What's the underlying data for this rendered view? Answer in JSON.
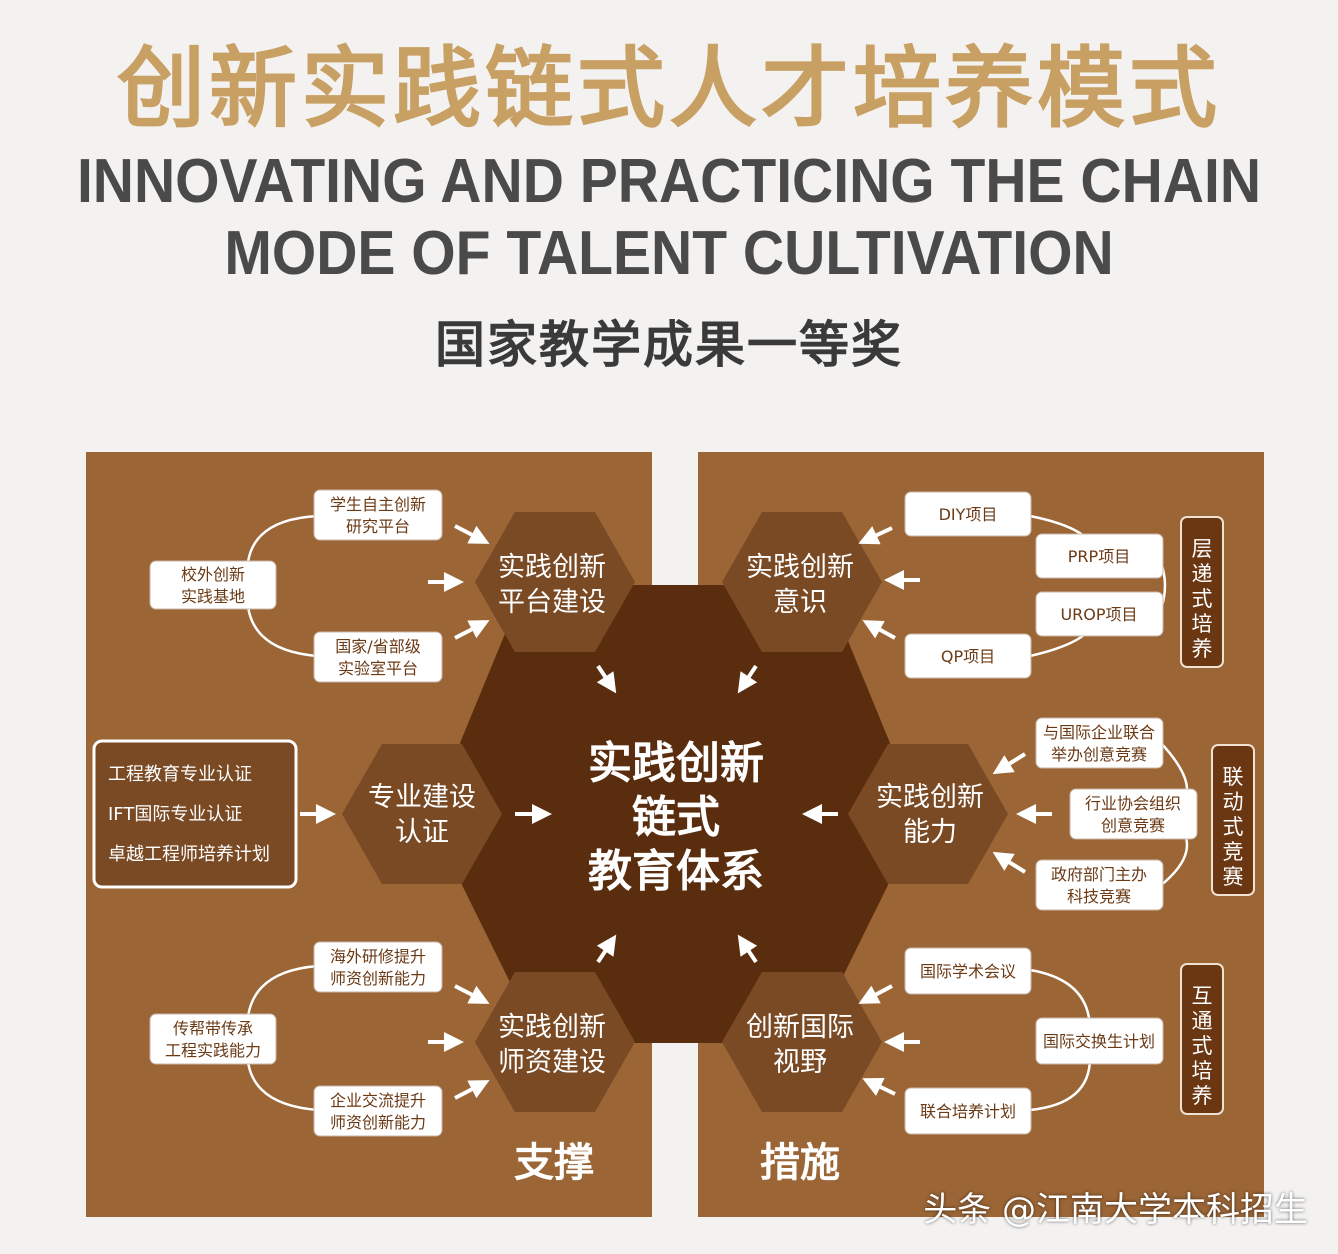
{
  "header": {
    "title_cn": "创新实践链式人才培养模式",
    "title_en_line1": "INNOVATING AND PRACTICING THE CHAIN",
    "title_en_line2": "MODE OF TALENT CULTIVATION",
    "award": "国家教学成果一等奖"
  },
  "colors": {
    "panel": "#9b6536",
    "hex_dark": "#5b2d0f",
    "hex_mid": "#7a4a24",
    "title_gold": "#c9a063",
    "box_fill": "#ffffff",
    "box_text": "#6b3a15"
  },
  "center": {
    "line1": "实践创新",
    "line2": "链式",
    "line3": "教育体系"
  },
  "hexes": {
    "platform": {
      "line1": "实践创新",
      "line2": "平台建设"
    },
    "awareness": {
      "line1": "实践创新",
      "line2": "意识"
    },
    "certification": {
      "line1": "专业建设",
      "line2": "认证"
    },
    "ability": {
      "line1": "实践创新",
      "line2": "能力"
    },
    "faculty": {
      "line1": "实践创新",
      "line2": "师资建设"
    },
    "vision": {
      "line1": "创新国际",
      "line2": "视野"
    }
  },
  "left_panel": {
    "label": "支撑",
    "platform_items": [
      "学生自主创新",
      "研究平台",
      "校外创新",
      "实践基地",
      "国家/省部级",
      "实验室平台"
    ],
    "certification_items": [
      "工程教育专业认证",
      "IFT国际专业认证",
      "卓越工程师培养计划"
    ],
    "faculty_items": [
      "海外研修提升",
      "师资创新能力",
      "传帮带传承",
      "工程实践能力",
      "企业交流提升",
      "师资创新能力"
    ]
  },
  "right_panel": {
    "label": "措施",
    "projects": [
      "DIY项目",
      "PRP项目",
      "UROP项目",
      "QP项目"
    ],
    "projects_tag": "层递式培养",
    "competitions": [
      "与国际企业联合",
      "举办创意竞赛",
      "行业协会组织",
      "创意竞赛",
      "政府部门主办",
      "科技竞赛"
    ],
    "competitions_tag": "联动式竞赛",
    "international": [
      "国际学术会议",
      "国际交换生计划",
      "联合培养计划"
    ],
    "international_tag": "互通式培养"
  },
  "watermark": "头条 @江南大学本科招生"
}
